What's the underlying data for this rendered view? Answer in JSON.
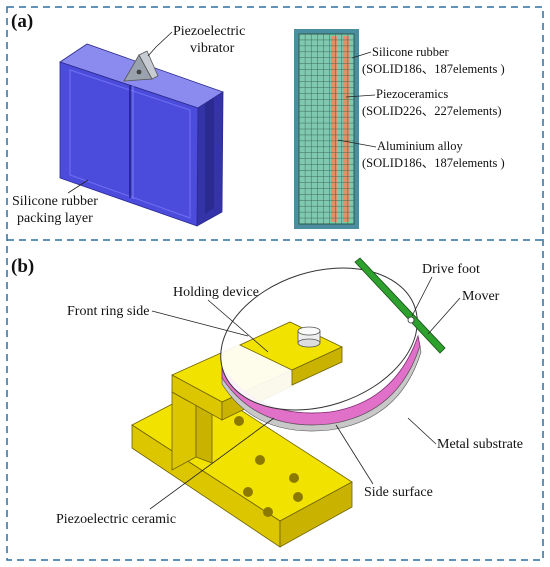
{
  "panel_a": {
    "id": "(a)",
    "vibrator_line1": "Piezoelectric",
    "vibrator_line2": "vibrator",
    "packing_line1": "Silicone rubber",
    "packing_line2": "packing layer",
    "mesh_rubber_line1": "Silicone rubber",
    "mesh_rubber_line2": "(SOLID186、187elements )",
    "mesh_piezo_line1": "Piezoceramics",
    "mesh_piezo_line2": "(SOLID226、227elements)",
    "mesh_al_line1": "Aluminium alloy",
    "mesh_al_line2": "(SOLID186、187elements )"
  },
  "panel_b": {
    "id": "(b)",
    "drive_foot": "Drive foot",
    "mover": "Mover",
    "holding_device": "Holding device",
    "front_ring_side": "Front ring side",
    "metal_substrate": "Metal substrate",
    "side_surface": "Side surface",
    "piezo_ceramic": "Piezoelectric ceramic"
  },
  "colors": {
    "frame_border": "#2e6e9e",
    "block_front": "#4b4bdc",
    "block_side": "#3434a8",
    "block_top": "#8b8bef",
    "vibrator": "#9aa3ad",
    "mesh_rubber": "#7fc9b0",
    "mesh_piezo": "#e0906a",
    "mesh_grid": "#3f6b5a",
    "mover": "#2ea02e",
    "holder_top": "#f2e200",
    "holder_side": "#c9b300",
    "holder_front": "#dcc600",
    "ring_side": "#e070c8",
    "substrate": "#c8c8c8"
  }
}
